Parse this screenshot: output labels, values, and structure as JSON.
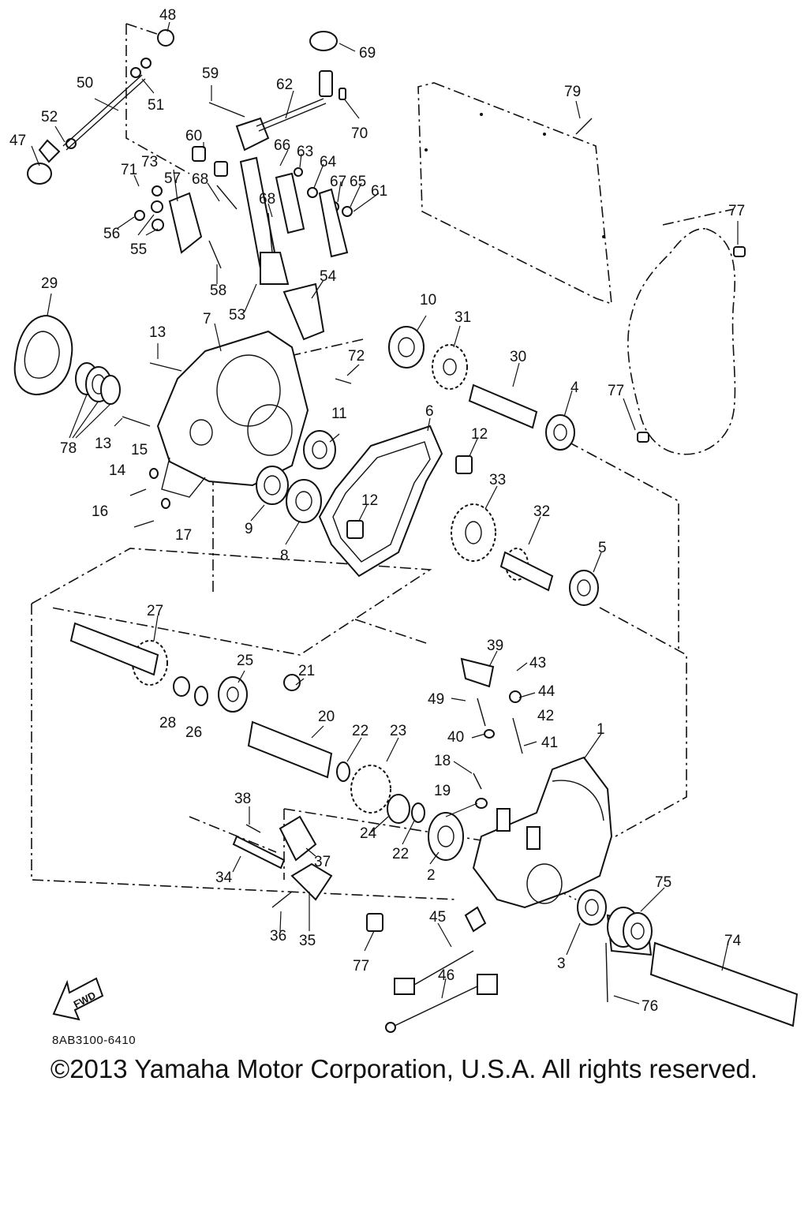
{
  "diagram_code": "8AB3100-6410",
  "copyright": "©2013 Yamaha Motor Corporation, U.S.A. All rights reserved.",
  "fwd_label": "FWD",
  "callouts": [
    "1",
    "2",
    "3",
    "4",
    "5",
    "6",
    "7",
    "8",
    "9",
    "10",
    "11",
    "12",
    "12",
    "13",
    "13",
    "14",
    "15",
    "16",
    "17",
    "18",
    "19",
    "20",
    "21",
    "22",
    "22",
    "23",
    "24",
    "25",
    "26",
    "27",
    "28",
    "29",
    "30",
    "31",
    "32",
    "33",
    "34",
    "35",
    "36",
    "37",
    "38",
    "39",
    "40",
    "41",
    "42",
    "43",
    "44",
    "45",
    "46",
    "47",
    "48",
    "49",
    "50",
    "51",
    "52",
    "53",
    "54",
    "55",
    "56",
    "57",
    "58",
    "59",
    "60",
    "61",
    "62",
    "63",
    "64",
    "65",
    "66",
    "67",
    "68",
    "68",
    "69",
    "70",
    "71",
    "72",
    "73",
    "74",
    "75",
    "76",
    "77",
    "77",
    "77",
    "78",
    "79"
  ]
}
